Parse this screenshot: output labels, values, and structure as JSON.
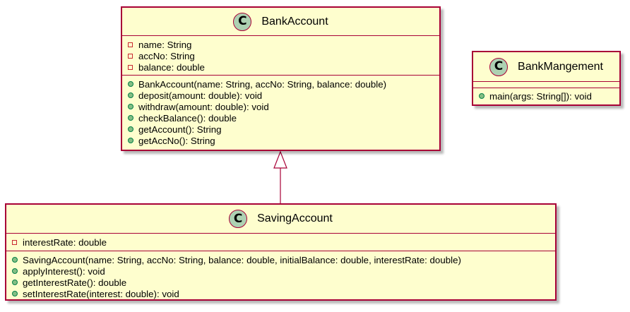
{
  "colors": {
    "box_fill": "#FEFECE",
    "box_border": "#A80036",
    "class_icon_fill": "#ADD1B2",
    "private_marker": "#C82930",
    "public_marker": "#84BE84"
  },
  "classes": {
    "bank_account": {
      "stereotype_icon": "C",
      "name": "BankAccount",
      "fields": [
        {
          "visibility": "private",
          "text": "name: String"
        },
        {
          "visibility": "private",
          "text": "accNo: String"
        },
        {
          "visibility": "private",
          "text": "balance: double"
        }
      ],
      "methods": [
        {
          "visibility": "public",
          "text": "BankAccount(name: String, accNo: String, balance: double)"
        },
        {
          "visibility": "public",
          "text": "deposit(amount: double): void"
        },
        {
          "visibility": "public",
          "text": "withdraw(amount: double): void"
        },
        {
          "visibility": "public",
          "text": "checkBalance(): double"
        },
        {
          "visibility": "public",
          "text": "getAccount(): String"
        },
        {
          "visibility": "public",
          "text": "getAccNo(): String"
        }
      ]
    },
    "bank_mangement": {
      "stereotype_icon": "C",
      "name": "BankMangement",
      "fields": [],
      "methods": [
        {
          "visibility": "public",
          "text": "main(args: String[]): void"
        }
      ]
    },
    "saving_account": {
      "stereotype_icon": "C",
      "name": "SavingAccount",
      "fields": [
        {
          "visibility": "private",
          "text": "interestRate: double"
        }
      ],
      "methods": [
        {
          "visibility": "public",
          "text": "SavingAccount(name: String, accNo: String, balance: double, initialBalance: double, interestRate: double)"
        },
        {
          "visibility": "public",
          "text": "applyInterest(): void"
        },
        {
          "visibility": "public",
          "text": "getInterestRate(): double"
        },
        {
          "visibility": "public",
          "text": "setInterestRate(interest: double): void"
        }
      ]
    }
  },
  "relationships": [
    {
      "type": "inheritance",
      "from": "SavingAccount",
      "to": "BankAccount"
    }
  ]
}
